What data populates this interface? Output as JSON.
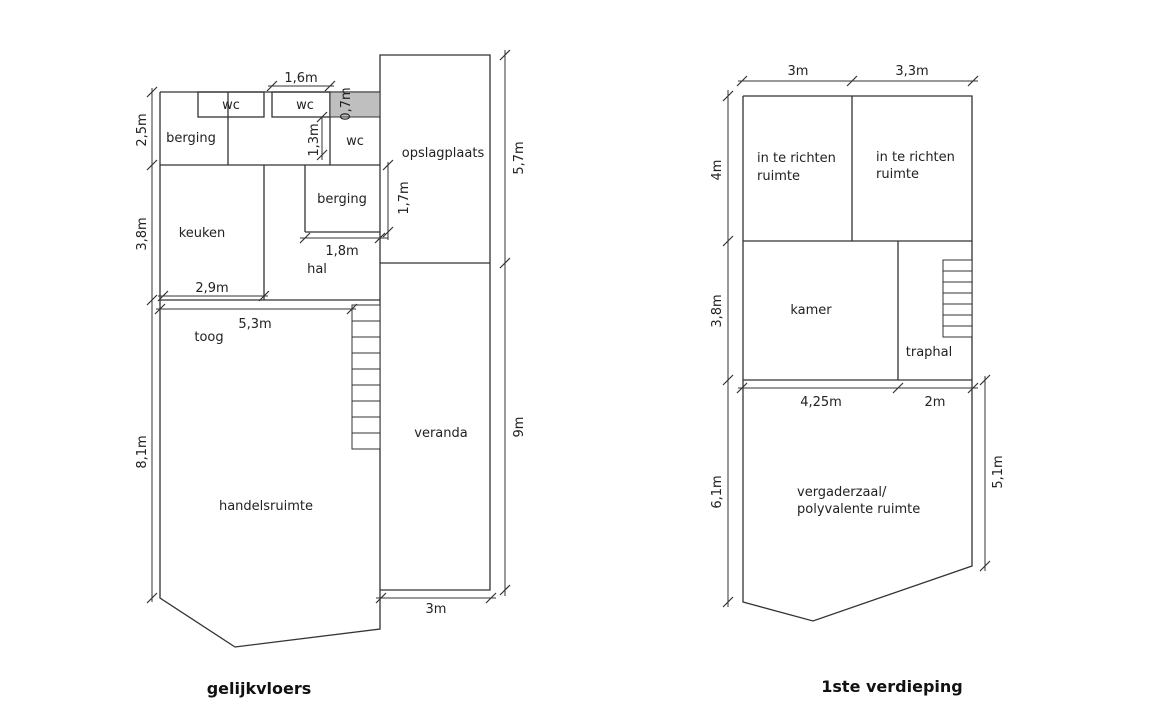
{
  "floors": [
    {
      "caption": "gelijkvloers",
      "rooms": {
        "wc_left": "wc",
        "wc_mid": "wc",
        "wc_right": "wc",
        "berging_top": "berging",
        "berging_mid": "berging",
        "keuken": "keuken",
        "hal": "hal",
        "opslagplaats": "opslagplaats",
        "toog": "toog",
        "handelsruimte": "handelsruimte",
        "veranda": "veranda"
      },
      "dimensions": {
        "wc_width": "1,6m",
        "shaft_height": "0,7m",
        "wc_height": "1,3m",
        "berging_height": "1,7m",
        "berging_width": "1,8m",
        "top_height": "2,5m",
        "keuken_height": "3,8m",
        "keuken_width": "2,9m",
        "toog_width": "5,3m",
        "handel_height": "8,1m",
        "opslag_height": "5,7m",
        "veranda_height": "9m",
        "veranda_width": "3m"
      }
    },
    {
      "caption": "1ste verdieping",
      "rooms": {
        "ruimte_left_1": "in te richten",
        "ruimte_left_2": "ruimte",
        "ruimte_right_1": "in te richten",
        "ruimte_right_2": "ruimte",
        "kamer": "kamer",
        "traphal": "traphal",
        "vergader_1": "vergaderzaal/",
        "vergader_2": "polyvalente ruimte"
      },
      "dimensions": {
        "top_left_width": "3m",
        "top_right_width": "3,3m",
        "top_height": "4m",
        "mid_height": "3,8m",
        "kamer_width": "4,25m",
        "traphal_width": "2m",
        "bottom_height": "6,1m",
        "bottom_right_height": "5,1m"
      }
    }
  ]
}
